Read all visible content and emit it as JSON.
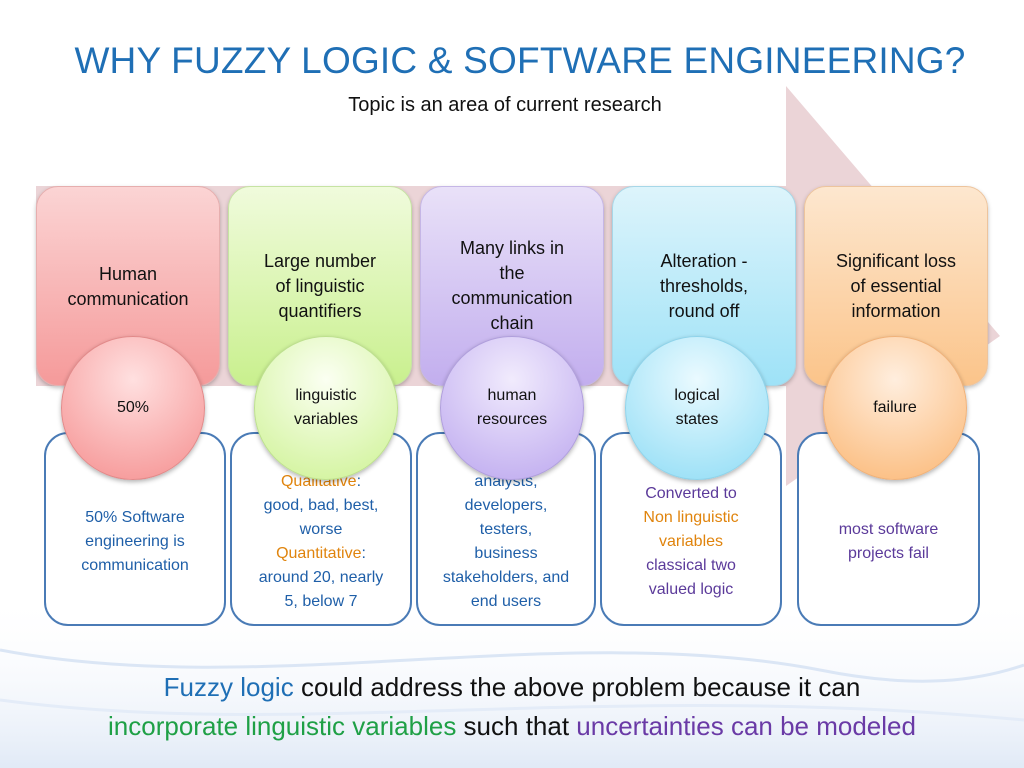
{
  "slide": {
    "title": "WHY FUZZY LOGIC & SOFTWARE ENGINEERING?",
    "subtitle": "Topic is an area of current research"
  },
  "steps": [
    {
      "heading_lines": [
        "Human",
        "communication"
      ],
      "circle_lines": [
        "50%"
      ],
      "detail": {
        "line1": "50%  Software",
        "line2": "engineering is",
        "line3": "communication"
      }
    },
    {
      "heading_lines": [
        "Large number",
        "of linguistic",
        "quantifiers"
      ],
      "circle_lines": [
        "linguistic",
        "variables"
      ],
      "detail": {
        "qual_label": "Qualitative",
        "qual_colon": ":",
        "qual_line1": "good, bad, best,",
        "qual_line2": "worse",
        "quant_label": "Quantitative",
        "quant_colon": ":",
        "quant_line1": "around 20, nearly",
        "quant_line2": "5, below 7"
      }
    },
    {
      "heading_lines": [
        "Many links in",
        "the",
        "communication",
        "chain"
      ],
      "circle_lines": [
        "human",
        "resources"
      ],
      "detail": {
        "line1": "analysts,",
        "line2": "developers,",
        "line3": "testers,",
        "line4": "business",
        "line5": "stakeholders, and",
        "line6": "end users"
      }
    },
    {
      "heading_lines": [
        "Alteration -",
        "thresholds,",
        "round off"
      ],
      "circle_lines": [
        "logical",
        "states"
      ],
      "detail": {
        "line1": "Converted to",
        "line2": "Non linguistic",
        "line3": "variables",
        "line4": "classical two",
        "line5": "valued logic"
      }
    },
    {
      "heading_lines": [
        "Significant loss",
        "of essential",
        "information"
      ],
      "circle_lines": [
        "failure"
      ],
      "detail": {
        "line1": "most software",
        "line2": "projects fail"
      }
    }
  ],
  "conclusion": {
    "part1": "Fuzzy logic",
    "part2": " could address the above problem because it can",
    "part3": "incorporate linguistic variables",
    "part4": " such that ",
    "part5": "uncertainties can be modeled"
  },
  "colors": {
    "title": "#1f6fb5",
    "box_border": "#4a7bb6",
    "highlight_orange": "#e0840d",
    "highlight_purple": "#6a3aa6",
    "highlight_green": "#1fa046"
  }
}
